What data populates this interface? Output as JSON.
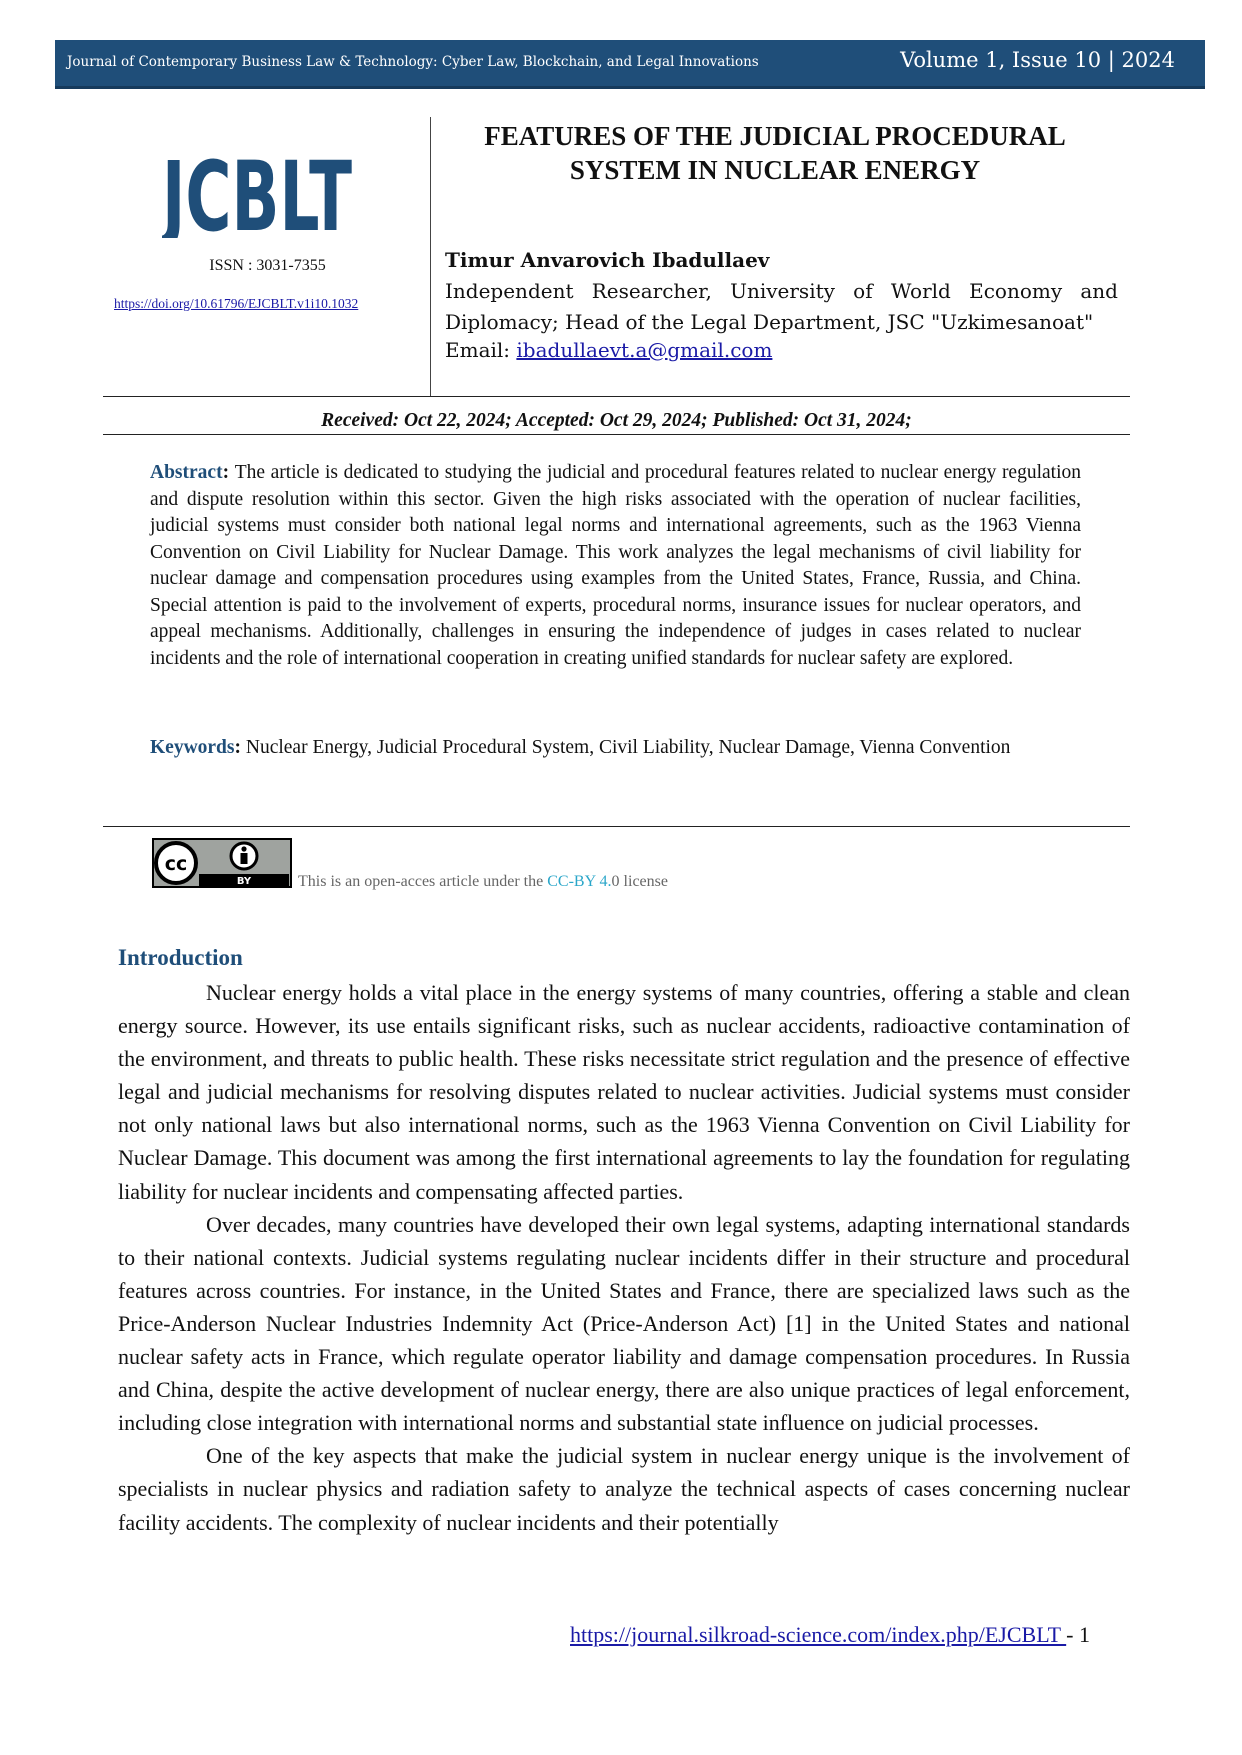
{
  "header": {
    "journal": "Journal of Contemporary Business Law & Technology: Cyber Law, Blockchain, and Legal Innovations",
    "volume": "Volume 1, Issue 10 |  2024"
  },
  "logo": {
    "text": "JCBLT"
  },
  "issn": "ISSN : 3031-7355",
  "doi": "https://doi.org/10.61796/EJCBLT.v1i10.1032",
  "title": "FEATURES OF THE JUDICIAL PROCEDURAL SYSTEM IN NUCLEAR ENERGY",
  "author": {
    "name": "Timur Anvarovich Ibadullaev",
    "affiliation_line1": "Independent Researcher, University of World Economy and",
    "affiliation_line2": "Diplomacy; Head of the Legal Department, JSC \"Uzkimesanoat\"",
    "email_label": "Email: ",
    "email": "ibadullaevt.a@gmail.com"
  },
  "dates": "Received: Oct 22, 2024; Accepted: Oct 29, 2024; Published: Oct 31, 2024;",
  "abstract": {
    "label": "Abstract",
    "text": "The article is dedicated to studying the judicial and procedural features related to nuclear energy regulation and dispute resolution within this sector. Given the high risks associated with the operation of nuclear facilities, judicial systems must consider both national legal norms and international agreements, such as the 1963 Vienna Convention on Civil Liability for Nuclear Damage. This work analyzes the legal mechanisms of civil liability for nuclear damage and compensation procedures using examples from the United States, France, Russia, and China. Special attention is paid to the involvement of experts, procedural norms, insurance issues for nuclear operators, and appeal mechanisms. Additionally, challenges in ensuring the independence of judges in cases related to nuclear incidents and the role of international cooperation in creating unified standards for nuclear safety are explored."
  },
  "keywords": {
    "label": "Keywords",
    "text": "Nuclear Energy, Judicial Procedural System, Civil Liability, Nuclear Damage, Vienna Convention"
  },
  "license": {
    "badge_by": "BY",
    "prefix": "This is an open-acces article under the ",
    "cc": "CC-BY 4.",
    "suffix": "0 license"
  },
  "introduction": {
    "heading": "Introduction",
    "paragraphs": [
      "Nuclear energy holds a vital place in the energy systems of many countries, offering a stable and clean energy source. However, its use entails significant risks, such as nuclear accidents, radioactive contamination of the environment, and threats to public health. These risks necessitate strict regulation and the presence of effective legal and judicial mechanisms for resolving disputes related to nuclear activities. Judicial systems must consider not only national laws but also international norms, such as the 1963 Vienna Convention on Civil Liability for Nuclear Damage. This document was among the first international agreements to lay the foundation for regulating liability for nuclear incidents and compensating affected parties.",
      "Over decades, many countries have developed their own legal systems, adapting international standards to their national contexts. Judicial systems regulating nuclear incidents differ in their structure and procedural features across countries. For instance, in the United States and France, there are specialized laws such as the Price-Anderson Nuclear Industries Indemnity Act (Price-Anderson Act) [1] in the United States and national nuclear safety acts in France, which regulate operator liability and damage compensation procedures. In Russia and China, despite the active development of nuclear energy, there are also unique practices of legal enforcement, including close integration with international norms and substantial state influence on judicial processes.",
      "One of the key aspects that make the judicial system in nuclear energy unique is the involvement of specialists in nuclear physics and radiation safety to analyze the technical aspects of cases concerning nuclear facility accidents. The complexity of nuclear incidents and their potentially"
    ]
  },
  "footer": {
    "url": " https://journal.silkroad-science.com/index.php/EJCBLT ",
    "page": " - 1"
  },
  "colors": {
    "header_bar": "#1f4e79",
    "logo": "#1f4e79",
    "link": "#1a1aa6",
    "section_heading": "#1f4e79",
    "cc_text": "#2aa6c9"
  }
}
